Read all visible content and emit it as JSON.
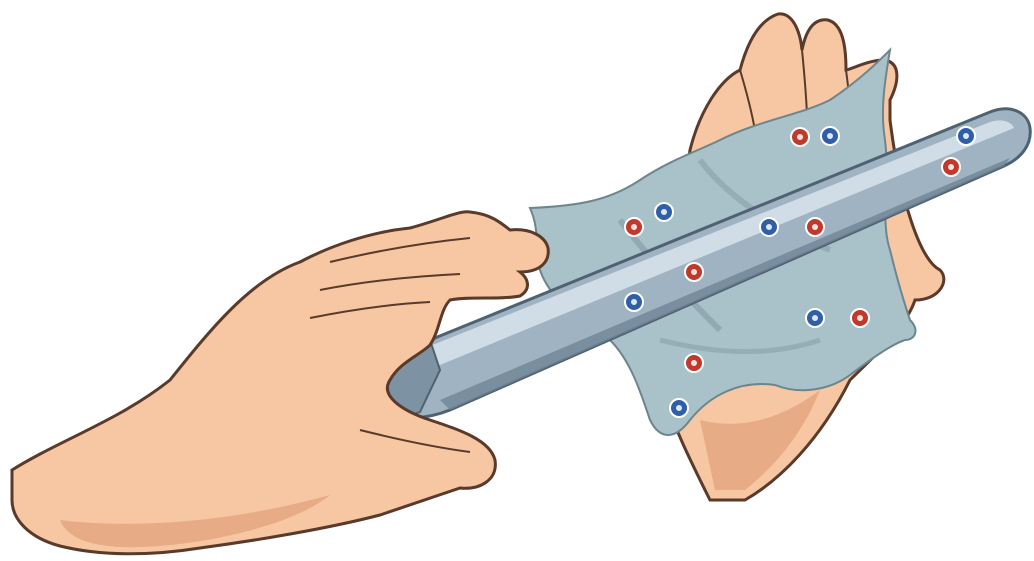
{
  "illustration": {
    "subject": "hand-rubbing-rod-with-cloth",
    "colors": {
      "background": "#ffffff",
      "skin": "#f6c7a2",
      "skin_shadow": "#e3a57f",
      "outline": "#5a3a2a",
      "cloth": "#a9c1c8",
      "cloth_shadow": "#7f9ba3",
      "rod": "#9fb3c2",
      "rod_highlight": "#d8e4ec",
      "rod_shadow": "#6f8596",
      "positive_charge": "#c0392b",
      "negative_charge": "#2e5fa8"
    },
    "charges": {
      "positive": [
        {
          "id": "p1"
        },
        {
          "id": "p2"
        },
        {
          "id": "p3"
        },
        {
          "id": "p4"
        },
        {
          "id": "p5"
        },
        {
          "id": "p6"
        },
        {
          "id": "p7"
        }
      ],
      "negative": [
        {
          "id": "n1"
        },
        {
          "id": "n2"
        },
        {
          "id": "n3"
        },
        {
          "id": "n4"
        },
        {
          "id": "n5"
        },
        {
          "id": "n6"
        },
        {
          "id": "n7"
        }
      ]
    }
  }
}
